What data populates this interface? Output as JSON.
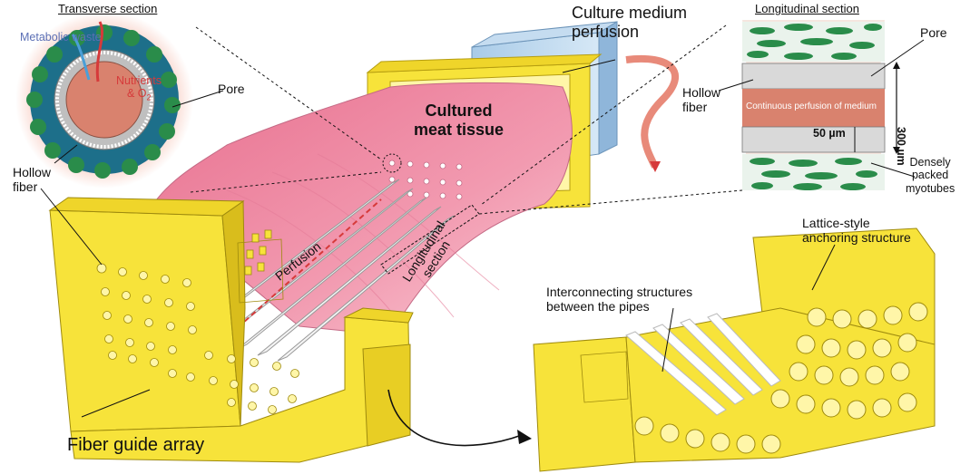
{
  "transverse": {
    "title": "Transverse section",
    "metabolic_waste": "Metabolic waste",
    "nutrients": "Nutrients",
    "o2": "& O",
    "o2_sub": "2",
    "pore": "Pore",
    "hollow_fiber": [
      "Hollow",
      "fiber"
    ]
  },
  "main": {
    "culture_medium": [
      "Culture medium",
      "perfusion"
    ],
    "cultured_meat": [
      "Cultured",
      "meat tissue"
    ],
    "perfusion": "Perfusion",
    "longitudinal_label": [
      "Longitudinal",
      "section"
    ],
    "fiber_guide_array": "Fiber guide array"
  },
  "longitudinal": {
    "title": "Longitudinal section",
    "pore": "Pore",
    "hollow_fiber": [
      "Hollow",
      "fiber"
    ],
    "continuous": "Continuous perfusion of medium",
    "dim_50": "50 µm",
    "dim_300": "300 µm",
    "myotubes": [
      "Densely",
      "packed",
      "myotubes"
    ]
  },
  "anchor": {
    "lattice": [
      "Lattice-style",
      "anchoring structure"
    ],
    "interconnecting": [
      "Interconnecting structures",
      "between the pipes"
    ]
  },
  "colors": {
    "yellow": "#f7e33a",
    "yellow_dark": "#d9bd1c",
    "tissue": "#ef8fa6",
    "tissue_light": "#f7c2cf",
    "myocyte_green": "#1f8a5a",
    "fiber_core": "#d9826e",
    "perfusion_red": "#d63a3a"
  }
}
